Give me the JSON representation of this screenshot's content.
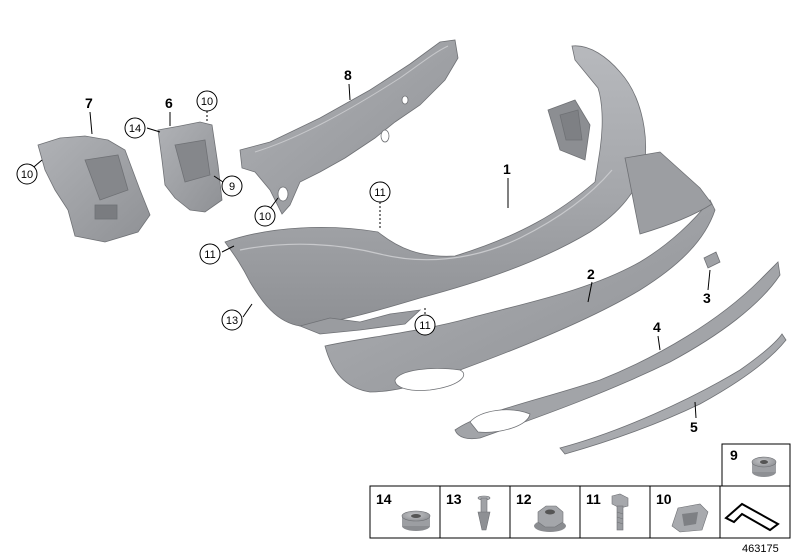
{
  "callouts": [
    {
      "id": "c1",
      "text": "1"
    },
    {
      "id": "c2",
      "text": "2"
    },
    {
      "id": "c3",
      "text": "3"
    },
    {
      "id": "c4",
      "text": "4"
    },
    {
      "id": "c5",
      "text": "5"
    },
    {
      "id": "c6",
      "text": "6"
    },
    {
      "id": "c7",
      "text": "7"
    },
    {
      "id": "c8",
      "text": "8"
    },
    {
      "id": "c9",
      "text": "9"
    },
    {
      "id": "c10a",
      "text": "10"
    },
    {
      "id": "c10b",
      "text": "10"
    },
    {
      "id": "c10c",
      "text": "10"
    },
    {
      "id": "c11a",
      "text": "11"
    },
    {
      "id": "c11b",
      "text": "11"
    },
    {
      "id": "c11c",
      "text": "11"
    },
    {
      "id": "c13",
      "text": "13"
    },
    {
      "id": "c14",
      "text": "14"
    }
  ],
  "parts_table": [
    {
      "label": "14",
      "icon": "spacer-ring-icon"
    },
    {
      "label": "13",
      "icon": "expansion-rivet-icon"
    },
    {
      "label": "12",
      "icon": "flange-nut-icon"
    },
    {
      "label": "11",
      "icon": "hex-screw-icon"
    },
    {
      "label": "10",
      "icon": "clip-nut-icon"
    },
    {
      "label": "",
      "icon": "seal-strip-icon"
    }
  ],
  "extra_cell": {
    "label": "9",
    "icon": "bushing-icon"
  },
  "diagram_number": "463175",
  "colors": {
    "part_fill": "#a5a7ab",
    "part_shadow": "#8a8c90",
    "part_stroke": "#6f7175"
  }
}
